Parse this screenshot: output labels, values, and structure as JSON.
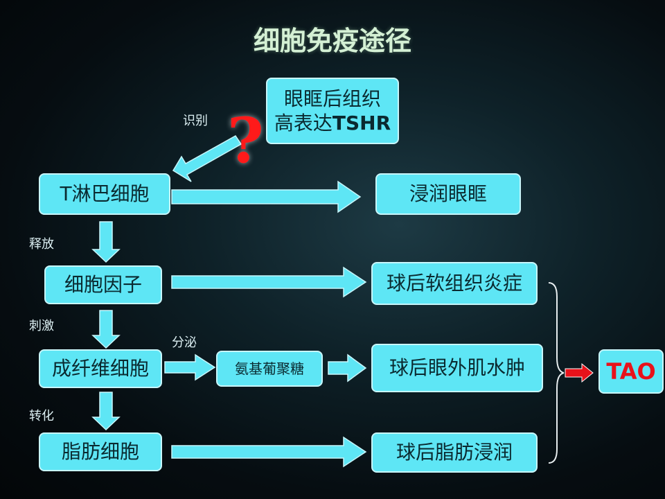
{
  "title": "细胞免疫途径",
  "nodes": {
    "orbit_tissue_line1": "眼眶后组织",
    "orbit_tissue_line2_prefix": "高表达",
    "orbit_tissue_line2_bold": "TSHR",
    "t_cell": "T淋巴细胞",
    "infiltrate_orbit": "浸润眼眶",
    "cytokine": "细胞因子",
    "retro_soft_tissue": "球后软组织炎症",
    "fibroblast": "成纤维细胞",
    "gag": "氨基葡聚糖",
    "retro_muscle_edema": "球后眼外肌水肿",
    "adipocyte": "脂肪细胞",
    "retro_fat_infiltrate": "球后脂肪浸润",
    "tao": "TAO"
  },
  "labels": {
    "recognize": "识别",
    "release": "释放",
    "stimulate": "刺激",
    "secrete": "分泌",
    "transform": "转化",
    "question": "?"
  },
  "colors": {
    "box_fill": "#5ee6f5",
    "arrow_fill": "#5ee6f5",
    "title": "#d4f0d4",
    "tao_text": "#e8121a",
    "question_mark": "#ff1a1a"
  }
}
